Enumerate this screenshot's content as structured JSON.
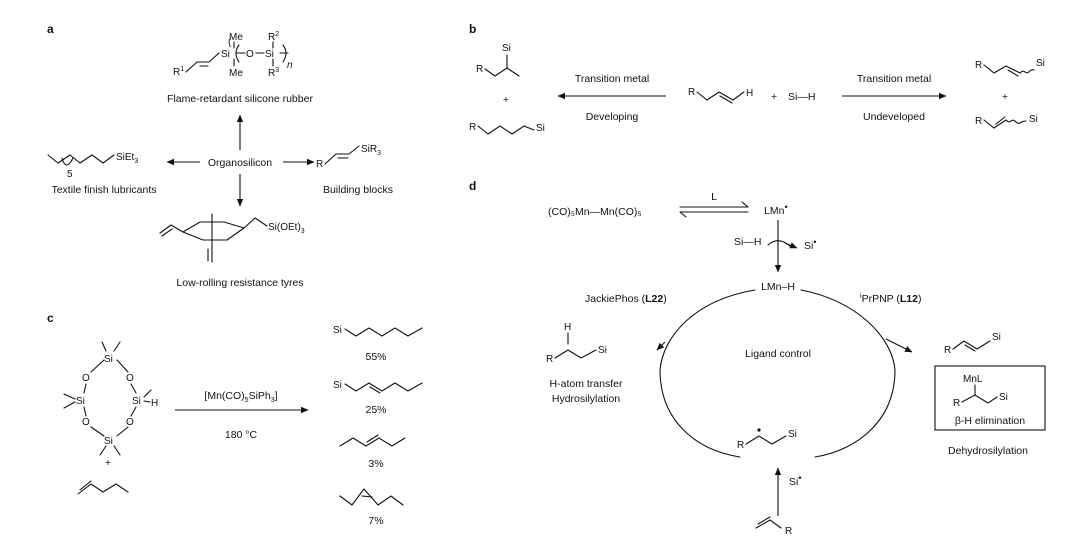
{
  "panels": {
    "a": "a",
    "b": "b",
    "c": "c",
    "d": "d"
  },
  "a": {
    "center": "Organosilicon",
    "top_caption": "Flame-retardant silicone rubber",
    "left_caption": "Textile finish lubricants",
    "right_caption": "Building blocks",
    "bottom_caption": "Low-rolling resistance tyres",
    "me": "Me",
    "si": "Si",
    "o": "O",
    "r1": "R",
    "r1_sup": "1",
    "r2": "R",
    "r2_sup": "2",
    "r3": "R",
    "r3_sup": "3",
    "n": "n",
    "siet3": "SiEt",
    "siet3_sub": "3",
    "five": "5",
    "sir3": "SiR",
    "sir3_sub": "3",
    "r": "R",
    "sioet3": "Si(OEt)",
    "sioet3_sub": "3"
  },
  "b": {
    "left_top": "Transition metal",
    "left_bottom": "Developing",
    "right_top": "Transition metal",
    "right_bottom": "Undeveloped",
    "r": "R",
    "h": "H",
    "si": "Si",
    "plus": "+",
    "sih": "Si—H"
  },
  "c": {
    "reagent": "[Mn(CO)",
    "reagent_sub": "5",
    "reagent_end": "SiPh",
    "reagent_sub2": "3",
    "reagent_close": "]",
    "temp": "180 °C",
    "si": "Si",
    "o": "O",
    "h": "H",
    "plus": "+",
    "yields": [
      "55%",
      "25%",
      "3%",
      "7%"
    ]
  },
  "d": {
    "dimer": "(CO)₅Mn—Mn(CO)₅",
    "l": "L",
    "lmn": "LMn",
    "sih": "Si—H",
    "si_rad": "Si",
    "lmnh": "LMn–H",
    "left_ligand": "JackiePhos (",
    "left_ligand_bold": "L22",
    "left_ligand_close": ")",
    "right_ligand_sup": "i",
    "right_ligand": "PrPNP (",
    "right_ligand_bold": "L12",
    "right_ligand_close": ")",
    "center": "Ligand control",
    "left_caption1": "H-atom transfer",
    "left_caption2": "Hydrosilylation",
    "box_mnl": "MnL",
    "box_caption": "β-H elimination",
    "right_caption": "Dehydrosilylation",
    "r": "R",
    "h": "H",
    "si": "Si"
  }
}
